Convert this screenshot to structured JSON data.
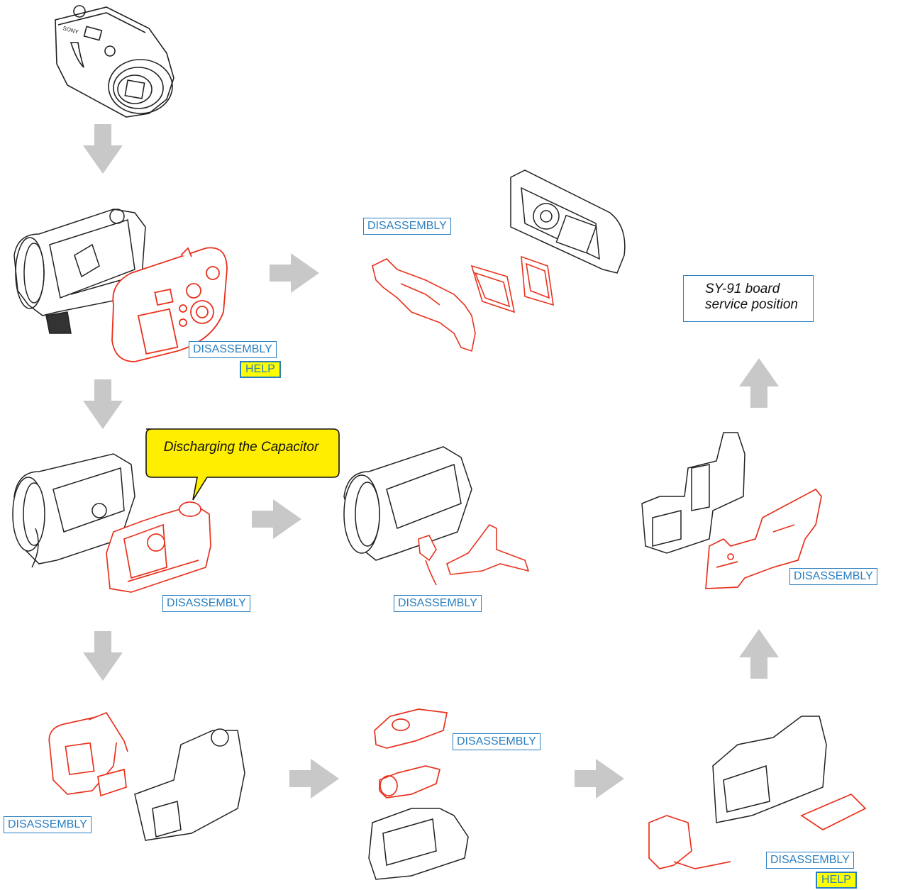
{
  "links": {
    "disassembly": "DISASSEMBLY",
    "help": "HELP"
  },
  "callout": {
    "text": "Discharging the Capacitor"
  },
  "service_box": {
    "line1": "SY-91 board",
    "line2": "service position"
  },
  "colors": {
    "link": "#2a7fc0",
    "highlight_part": "#e8321e",
    "arrow": "#c8c8c8",
    "callout_fill": "#ffee00",
    "help_fill": "#ffff00"
  }
}
